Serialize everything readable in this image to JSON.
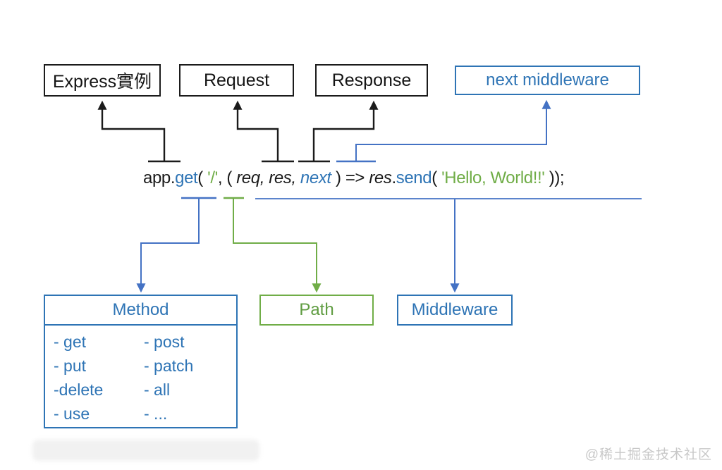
{
  "top_boxes": {
    "express": "Express實例",
    "request": "Request",
    "response": "Response",
    "next_middleware": "next middleware"
  },
  "code": {
    "tokens": [
      "app.",
      "get",
      "( ",
      "'/'",
      ", ( ",
      "req, res, ",
      "next",
      " ) => ",
      "res",
      ".",
      "send",
      "( ",
      "'Hello, World!!'",
      " ));"
    ]
  },
  "method_box": {
    "title": "Method",
    "col_left": [
      "- get",
      "- put",
      "-delete",
      "- use"
    ],
    "col_right": [
      "- post",
      "- patch",
      "- all",
      "- ..."
    ]
  },
  "path_box": {
    "label": "Path"
  },
  "middleware_box": {
    "label": "Middleware"
  },
  "watermark": "@稀土掘金技术社区",
  "colors": {
    "black_line": "#1b1b1b",
    "blue_text": "#2e74b5",
    "blue_line": "#4472c4",
    "green": "#70ad47",
    "watermark_gray": "#c8c8c8"
  }
}
